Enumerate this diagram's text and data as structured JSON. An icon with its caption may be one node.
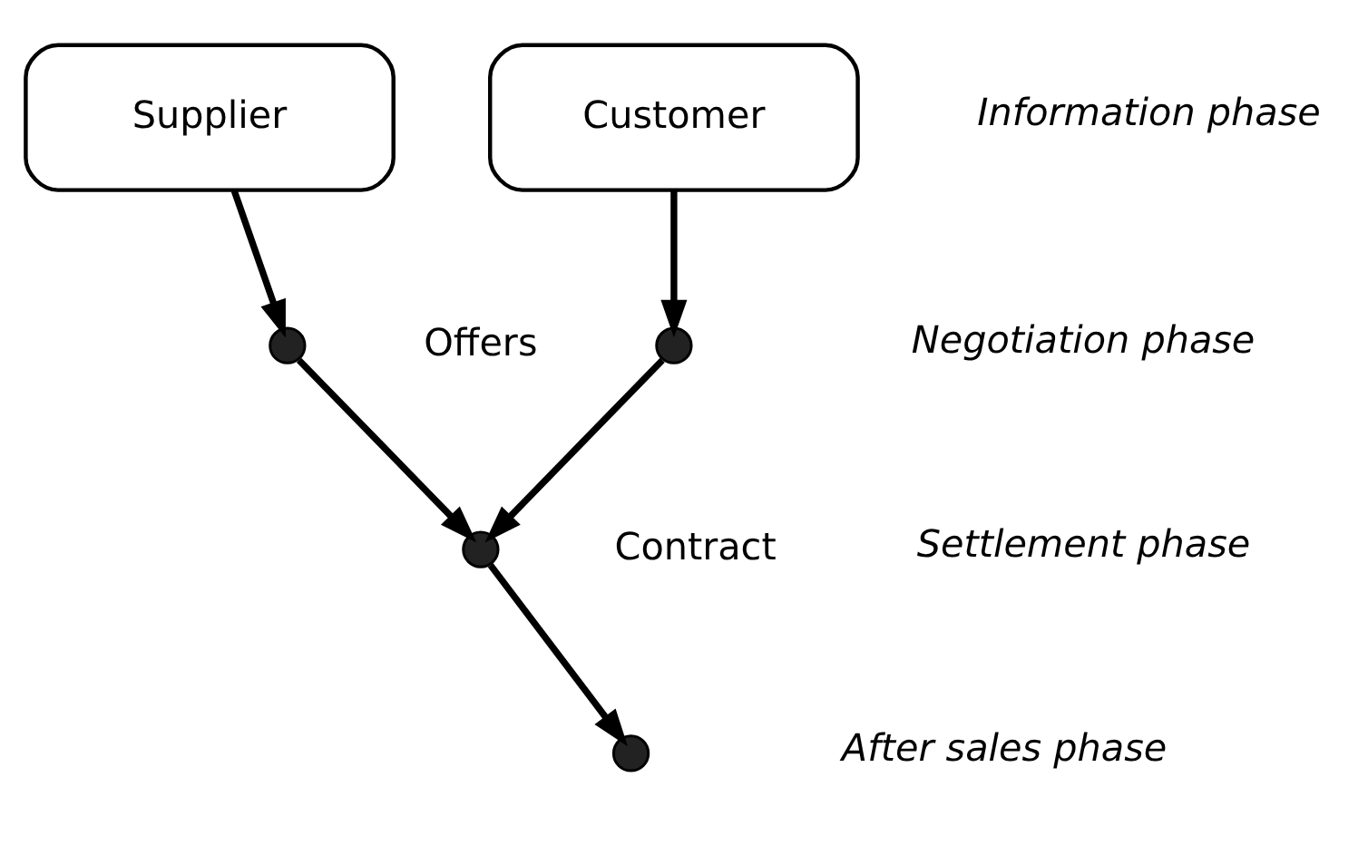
{
  "diagram": {
    "nodes": [
      {
        "text": [
          "Supplier"
        ]
      },
      {
        "text": [
          "Customer"
        ]
      },
      {
        "text": [],
        "shape": "circle"
      },
      {
        "text": [],
        "shape": "circle"
      },
      {
        "text": [],
        "shape": "circle",
        "beside": [
          "Contract"
        ]
      },
      {
        "text": [],
        "shape": "circle"
      }
    ],
    "edges": [
      {
        "from": 0,
        "to": 2,
        "arrow": "to"
      },
      {
        "from": 1,
        "to": 3,
        "arrow": "to"
      },
      {
        "from": 2,
        "to": 4,
        "arrow": "to"
      },
      {
        "from": 3,
        "to": 4,
        "arrow": "to"
      },
      {
        "from": 4,
        "to": 5,
        "arrow": "to"
      }
    ],
    "labels": [
      "Information phase",
      "Offers",
      "Negotiation phase",
      "Settlement phase",
      "After sales phase"
    ]
  }
}
